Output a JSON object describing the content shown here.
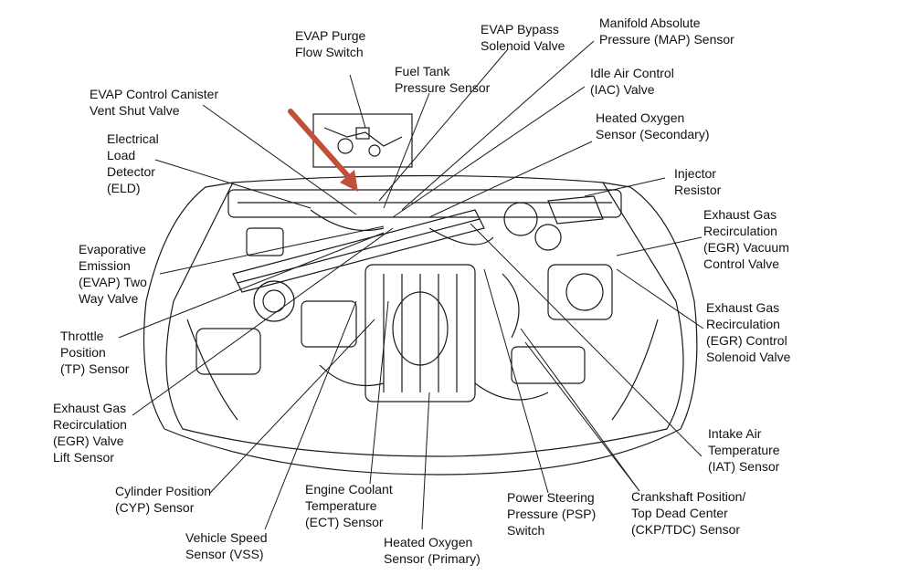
{
  "diagram": {
    "accent_arrow_color": "#c0503a",
    "line_color": "#1a1a1a",
    "labels": {
      "evap_purge": [
        "EVAP Purge",
        "Flow Switch"
      ],
      "fuel_tank": [
        "Fuel Tank",
        "Pressure Sensor"
      ],
      "evap_bypass": [
        "EVAP Bypass",
        "Solenoid Valve"
      ],
      "map": [
        "Manifold Absolute",
        "Pressure (MAP) Sensor"
      ],
      "iac": [
        "Idle Air Control",
        "(IAC) Valve"
      ],
      "ho2s_secondary": [
        "Heated Oxygen",
        "Sensor (Secondary)"
      ],
      "injector_resistor": [
        "Injector",
        "Resistor"
      ],
      "egr_vacuum": [
        "Exhaust Gas",
        "Recirculation",
        "(EGR) Vacuum",
        "Control Valve"
      ],
      "egr_solenoid": [
        "Exhaust Gas",
        "Recirculation",
        "(EGR) Control",
        "Solenoid Valve"
      ],
      "iat": [
        "Intake Air",
        "Temperature",
        "(IAT) Sensor"
      ],
      "ckp": [
        "Crankshaft Position/",
        "Top Dead Center",
        "(CKP/TDC) Sensor"
      ],
      "psp": [
        "Power Steering",
        "Pressure (PSP)",
        "Switch"
      ],
      "ho2s_primary": [
        "Heated Oxygen",
        "Sensor (Primary)"
      ],
      "ect": [
        "Engine Coolant",
        "Temperature",
        "(ECT) Sensor"
      ],
      "vss": [
        "Vehicle Speed",
        "Sensor (VSS)"
      ],
      "cyp": [
        "Cylinder Position",
        "(CYP) Sensor"
      ],
      "egr_lift": [
        "Exhaust Gas",
        "Recirculation",
        "(EGR) Valve",
        "Lift Sensor"
      ],
      "tp": [
        "Throttle",
        "Position",
        "(TP) Sensor"
      ],
      "evap_two_way": [
        "Evaporative",
        "Emission",
        "(EVAP) Two",
        "Way Valve"
      ],
      "eld": [
        "Electrical",
        "Load",
        "Detector",
        "(ELD)"
      ],
      "evap_canister": [
        "EVAP Control Canister",
        "Vent Shut Valve"
      ]
    }
  }
}
